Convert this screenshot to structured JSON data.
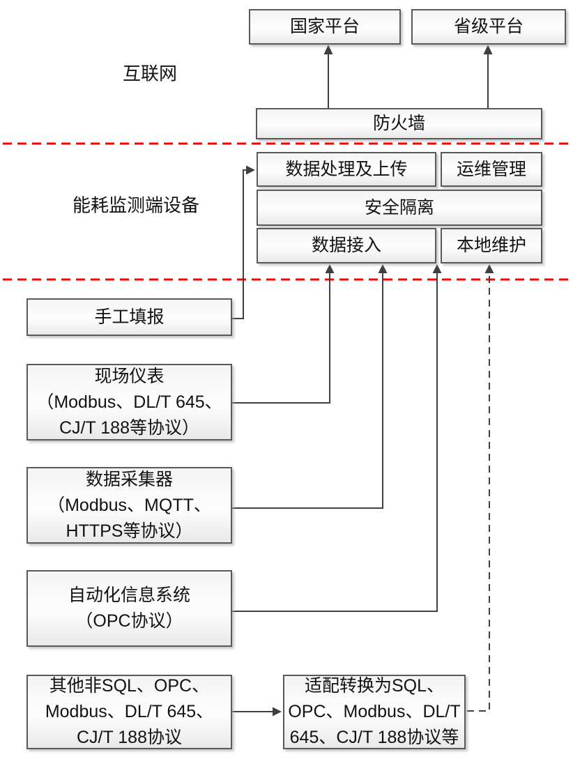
{
  "diagram": {
    "zone_labels": {
      "internet": "互联网",
      "device_zone": "能耗监测端设备"
    },
    "nodes": {
      "national_platform": "国家平台",
      "provincial_platform": "省级平台",
      "firewall": "防火墙",
      "data_processing_upload": "数据处理及上传",
      "ops_management": "运维管理",
      "security_isolation": "安全隔离",
      "data_access": "数据接入",
      "local_maintenance": "本地维护",
      "manual_entry": "手工填报",
      "field_instruments": "现场仪表\n（Modbus、DL/T 645、\nCJ/T 188等协议）",
      "data_collector": "数据采集器\n（Modbus、MQTT、\nHTTPS等协议）",
      "automation_system": "自动化信息系统\n（OPC协议）",
      "other_protocols": "其他非SQL、OPC、\nModbus、DL/T 645、\nCJ/T 188协议",
      "adapter_conversion": "适配转换为SQL、\nOPC、Modbus、DL/T\n645、CJ/T 188协议等"
    },
    "edges": [
      {
        "from": "firewall",
        "to": "national_platform",
        "style": "solid-arrow"
      },
      {
        "from": "firewall",
        "to": "provincial_platform",
        "style": "solid-arrow"
      },
      {
        "from": "manual_entry",
        "to": "data_processing_upload",
        "style": "solid-arrow"
      },
      {
        "from": "field_instruments",
        "to": "data_access",
        "style": "solid-arrow"
      },
      {
        "from": "data_collector",
        "to": "data_access",
        "style": "solid-arrow"
      },
      {
        "from": "automation_system",
        "to": "data_access",
        "style": "solid-arrow"
      },
      {
        "from": "other_protocols",
        "to": "adapter_conversion",
        "style": "solid-arrow"
      },
      {
        "from": "adapter_conversion",
        "to": "local_maintenance",
        "style": "dashed-arrow"
      }
    ],
    "boundaries": [
      {
        "name": "internet-device-boundary",
        "style": "red-dashed"
      },
      {
        "name": "device-source-boundary",
        "style": "red-dashed"
      }
    ],
    "colors": {
      "boundary-red": "#ff0000",
      "connector": "#404040",
      "box-border": "#595959",
      "box-fill-top": "#f4f4f4",
      "box-fill-mid": "#fdfdfd",
      "box-fill-bottom": "#e9e9e9",
      "text": "#111111"
    }
  }
}
